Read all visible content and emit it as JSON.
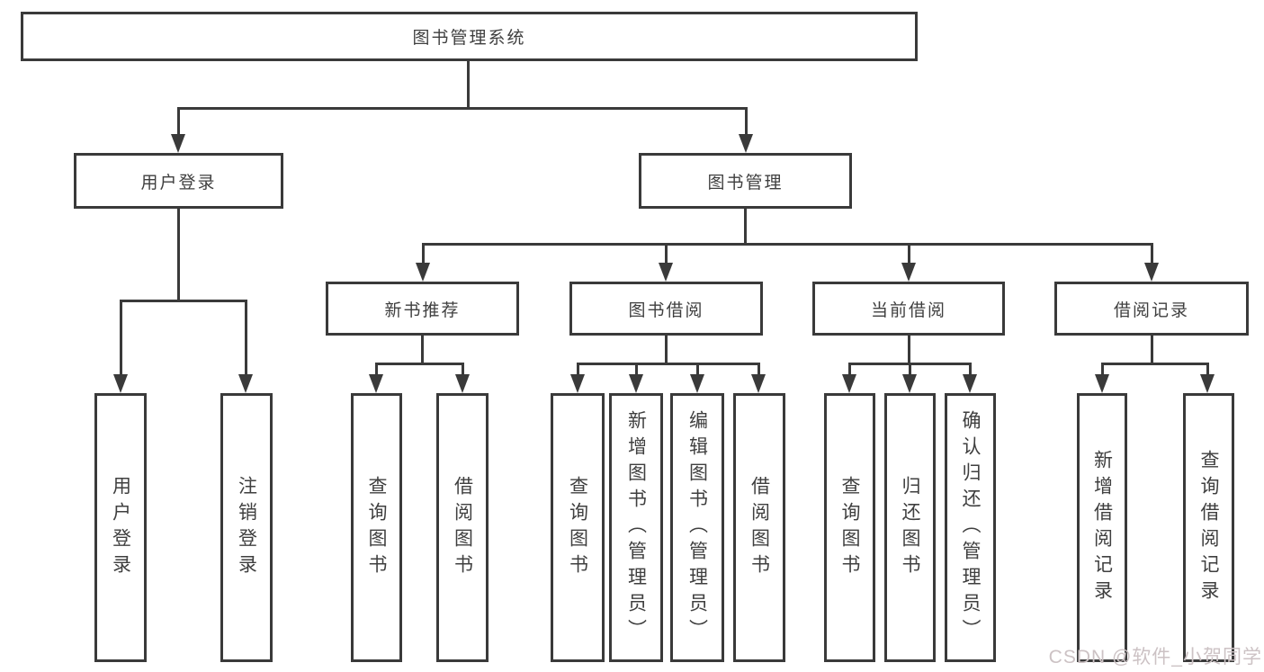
{
  "diagram": {
    "title_node": {
      "label": "图书管理系统"
    },
    "level2": [
      {
        "label": "用户登录"
      },
      {
        "label": "图书管理"
      }
    ],
    "level3": [
      {
        "label": "新书推荐"
      },
      {
        "label": "图书借阅"
      },
      {
        "label": "当前借阅"
      },
      {
        "label": "借阅记录"
      }
    ],
    "leaves": [
      {
        "label": "用户登录",
        "parent": "用户登录"
      },
      {
        "label": "注销登录",
        "parent": "用户登录"
      },
      {
        "label": "查询图书",
        "parent": "新书推荐"
      },
      {
        "label": "借阅图书",
        "parent": "新书推荐"
      },
      {
        "label": "查询图书",
        "parent": "图书借阅"
      },
      {
        "label": "新增图书（管理员）",
        "parent": "图书借阅"
      },
      {
        "label": "编辑图书（管理员）",
        "parent": "图书借阅"
      },
      {
        "label": "借阅图书",
        "parent": "图书借阅"
      },
      {
        "label": "查询图书",
        "parent": "当前借阅"
      },
      {
        "label": "归还图书",
        "parent": "当前借阅"
      },
      {
        "label": "确认归还（管理员）",
        "parent": "当前借阅"
      },
      {
        "label": "新增借阅记录",
        "parent": "借阅记录"
      },
      {
        "label": "查询借阅记录",
        "parent": "借阅记录"
      }
    ]
  },
  "watermark": {
    "text": "CSDN @软件_小贺同学"
  },
  "colors": {
    "line": "#3a3a3a",
    "text": "#3f3f3f",
    "watermark": "#ccc2c4",
    "background": "#ffffff"
  }
}
